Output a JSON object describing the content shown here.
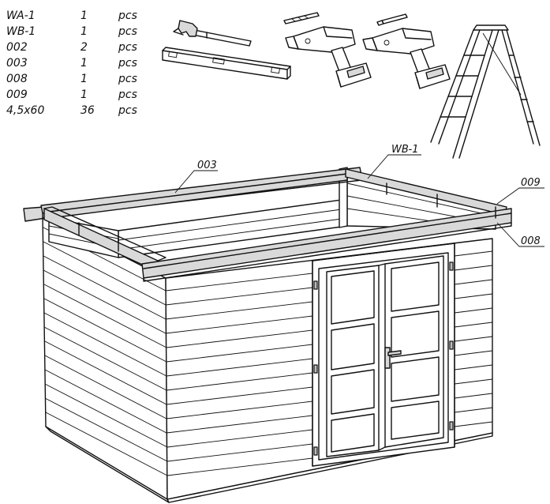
{
  "parts_list": [
    {
      "code": "WA-1",
      "qty": "1",
      "unit": "pcs"
    },
    {
      "code": "WB-1",
      "qty": "1",
      "unit": "pcs"
    },
    {
      "code": "002",
      "qty": "2",
      "unit": "pcs"
    },
    {
      "code": "003",
      "qty": "1",
      "unit": "pcs"
    },
    {
      "code": "008",
      "qty": "1",
      "unit": "pcs"
    },
    {
      "code": "009",
      "qty": "1",
      "unit": "pcs"
    },
    {
      "code": "4,5x60",
      "qty": "36",
      "unit": "pcs"
    }
  ],
  "tools": [
    {
      "name": "hammer",
      "icon": "hammer-icon"
    },
    {
      "name": "spirit level",
      "icon": "spirit-level-icon"
    },
    {
      "name": "cordless drill",
      "icon": "drill-icon"
    },
    {
      "name": "cordless screwdriver",
      "icon": "screwdriver-drill-icon"
    },
    {
      "name": "stepladder",
      "icon": "ladder-icon"
    }
  ],
  "callouts": {
    "c003": "003",
    "wb1": "WB-1",
    "c009": "009",
    "c008": "008"
  },
  "colors": {
    "line": "#111111",
    "board_fill": "#d9d9d9",
    "background": "#ffffff"
  }
}
